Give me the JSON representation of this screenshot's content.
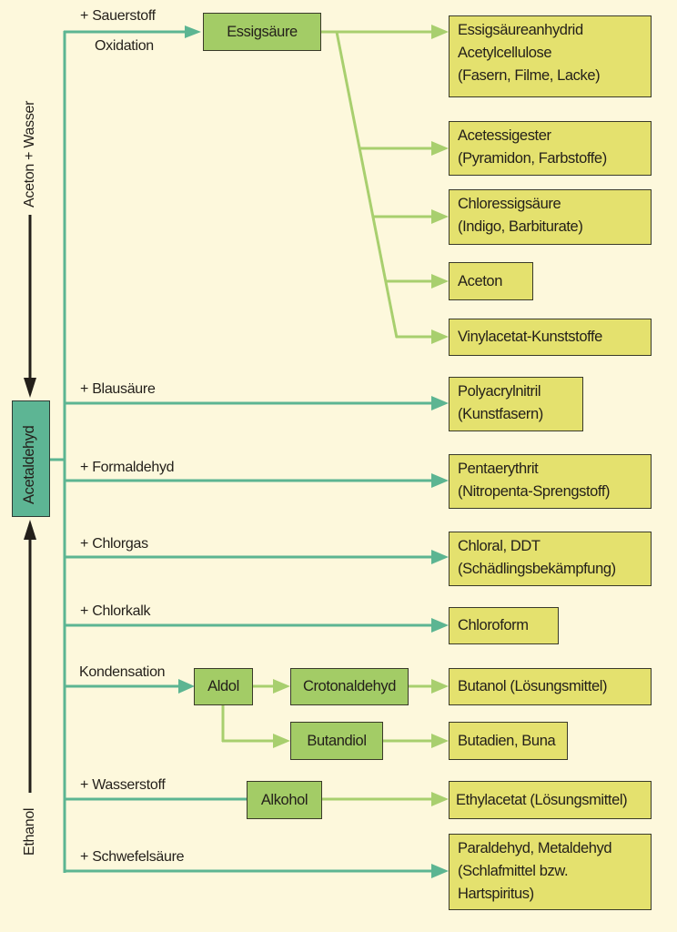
{
  "colors": {
    "background": "#fdf8dc",
    "trunk_line": "#5cb592",
    "branch_line": "#a8cf6e",
    "source_box": "#5db594",
    "intermediate_box": "#a3cc66",
    "product_box": "#e4e16e",
    "dark_arrow": "#231f1a"
  },
  "source": {
    "name": "Acetaldehyd",
    "from_top": "Aceton + Wasser",
    "from_bottom": "Ethanol"
  },
  "reactions": {
    "oxidation": {
      "reagent": "+ Sauerstoff",
      "process": "Oxidation",
      "intermediate": "Essigsäure",
      "products": [
        {
          "lines": [
            "Essigsäureanhydrid",
            "Acetylcellulose",
            "(Fasern, Filme, Lacke)"
          ]
        },
        {
          "lines": [
            "Acetessigester",
            "(Pyramidon, Farbstoffe)"
          ]
        },
        {
          "lines": [
            "Chloressigsäure",
            "(Indigo, Barbiturate)"
          ]
        },
        {
          "lines": [
            "Aceton"
          ]
        },
        {
          "lines": [
            "Vinylacetat-Kunststoffe"
          ]
        }
      ]
    },
    "blausaeure": {
      "reagent": "+ Blausäure",
      "product": {
        "lines": [
          "Polyacrylnitril",
          "(Kunstfasern)"
        ]
      }
    },
    "formaldehyd": {
      "reagent": "+ Formaldehyd",
      "product": {
        "lines": [
          "Pentaerythrit",
          "(Nitropenta-Sprengstoff)"
        ]
      }
    },
    "chlorgas": {
      "reagent": "+ Chlorgas",
      "product": {
        "lines": [
          "Chloral, DDT",
          "(Schädlingsbekämpfung)"
        ]
      }
    },
    "chlorkalk": {
      "reagent": "+ Chlorkalk",
      "product": {
        "lines": [
          "Chloroform"
        ]
      }
    },
    "kondensation": {
      "process": "Kondensation",
      "intermediate": "Aldol",
      "branch_a": {
        "intermediate": "Crotonaldehyd",
        "product": "Butanol (Lösungsmittel)"
      },
      "branch_b": {
        "intermediate": "Butandiol",
        "product": "Butadien, Buna"
      }
    },
    "wasserstoff": {
      "reagent": "+ Wasserstoff",
      "intermediate": "Alkohol",
      "product": "Ethylacetat (Lösungsmittel)"
    },
    "schwefelsaeure": {
      "reagent": "+ Schwefelsäure",
      "product": {
        "lines": [
          "Paraldehyd, Metaldehyd",
          "(Schlafmittel bzw.",
          "Hartspiritus)"
        ]
      }
    }
  }
}
